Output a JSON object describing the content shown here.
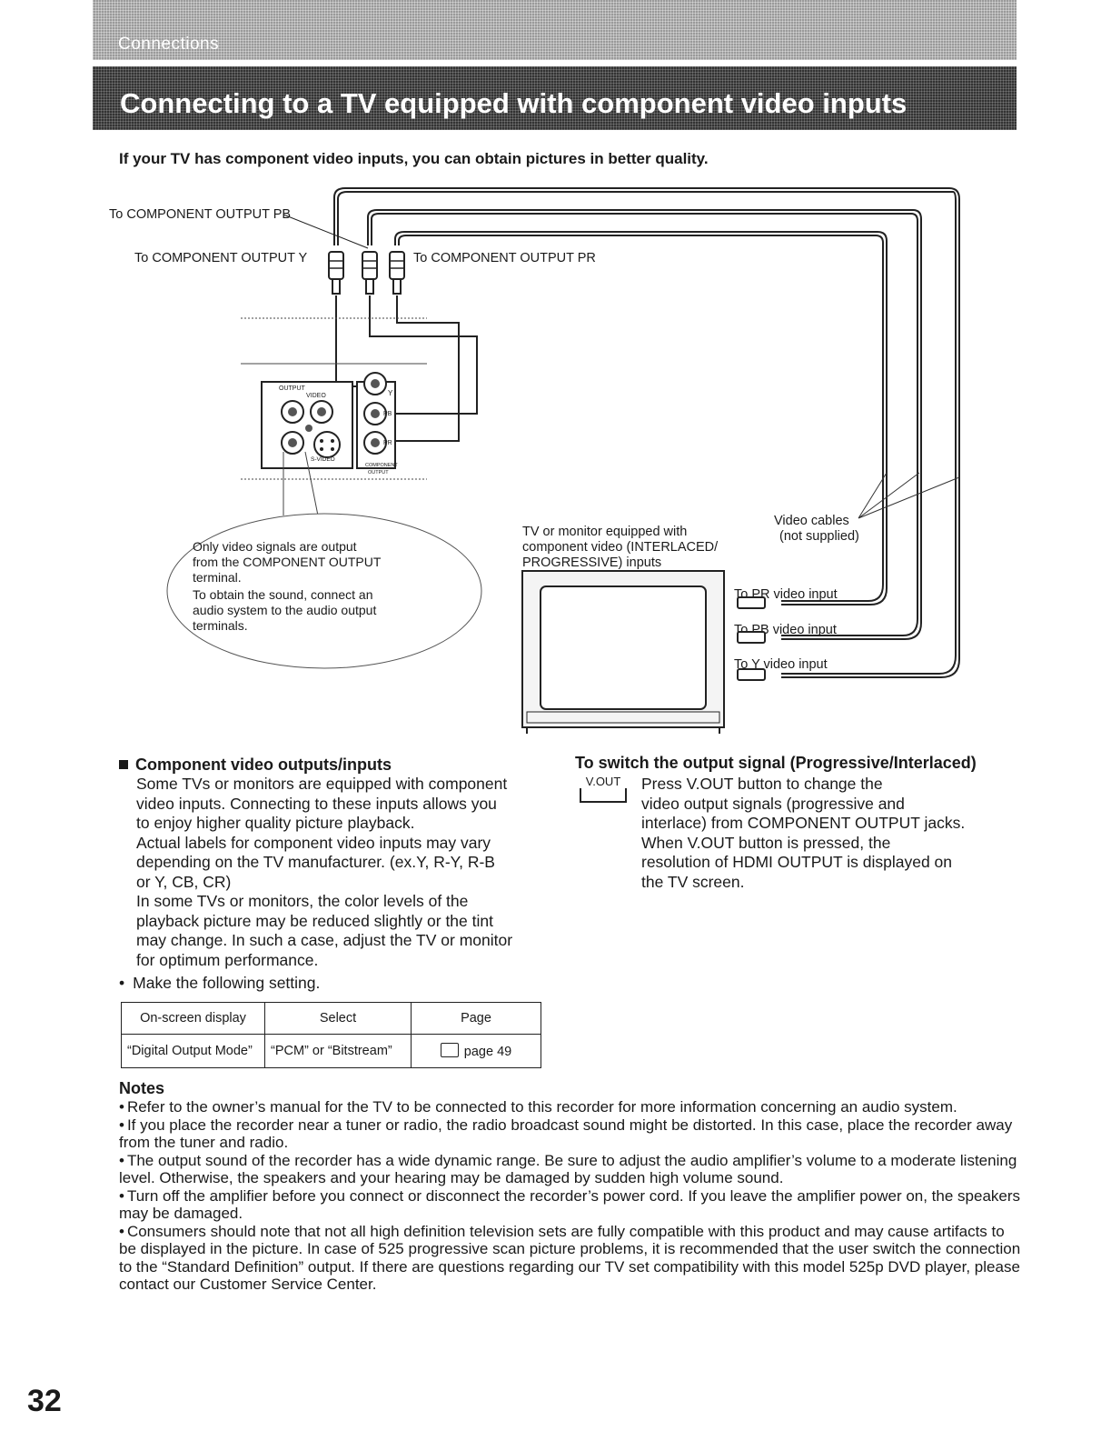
{
  "header": {
    "section": "Connections",
    "title": "Connecting to a TV equipped with component video inputs"
  },
  "lead": "If your TV has component video inputs, you can obtain pictures in better quality.",
  "diagram": {
    "to_pb": "To COMPONENT OUTPUT PB",
    "to_y": "To COMPONENT OUTPUT Y",
    "to_pr": "To COMPONENT OUTPUT PR",
    "panel_output": "OUTPUT",
    "panel_video": "VIDEO",
    "panel_svideo": "S-VIDEO",
    "panel_y": "Y",
    "panel_pb": "PB",
    "panel_pr": "PR",
    "panel_component": "COMPONENT",
    "panel_component_output": "OUTPUT",
    "callout_line1": "Only video signals are output",
    "callout_line2": "from the COMPONENT OUTPUT",
    "callout_line3": "terminal.",
    "callout_line4": "To obtain the sound, connect an",
    "callout_line5": "audio system to the audio output",
    "callout_line6": "terminals.",
    "tv_line1": "TV or monitor equipped with",
    "tv_line2": "component video (INTERLACED/",
    "tv_line3": "PROGRESSIVE) inputs",
    "cables_line1": "Video cables",
    "cables_line2": "(not supplied)",
    "input_pr": "To PR video input",
    "input_pb": "To PB video input",
    "input_y": "To Y video input"
  },
  "component_section": {
    "heading": "Component video outputs/inputs",
    "lines": [
      "Some TVs or monitors are equipped with component",
      "video inputs. Connecting to these inputs allows you",
      "to enjoy higher quality picture playback.",
      "Actual labels for component video inputs may vary",
      "depending on the TV manufacturer. (ex.Y, R-Y, R-B",
      "or Y, CB, CR)",
      "In some TVs or monitors, the color levels of the",
      "playback picture may be reduced slightly or the tint",
      "may change. In such a case, adjust the TV or monitor",
      "for optimum performance."
    ],
    "setting_line": "Make the following setting."
  },
  "table": {
    "headers": [
      "On-screen display",
      "Select",
      "Page"
    ],
    "row": [
      "“Digital Output Mode”",
      "“PCM” or “Bitstream”",
      "page 49"
    ]
  },
  "switch_section": {
    "heading": "To switch the output signal (Progressive/Interlaced)",
    "button_label": "V.OUT",
    "lines": [
      "Press V.OUT button to change the",
      "video output signals (progressive and",
      "interlace) from COMPONENT OUTPUT jacks.",
      "When V.OUT button is pressed, the",
      "resolution of HDMI OUTPUT is displayed on",
      "the TV screen."
    ]
  },
  "notes": {
    "heading": "Notes",
    "items": [
      "Refer to the owner’s manual for the TV to be connected to this recorder for more information concerning an audio system.",
      "If you place the recorder near a tuner or radio, the radio broadcast sound might be distorted. In this case, place the recorder away from the tuner and radio.",
      "The output sound of the recorder has a wide dynamic range. Be sure to adjust the audio amplifier’s volume to a moderate listening level. Otherwise, the speakers and your hearing may be damaged by sudden high volume sound.",
      "Turn off the amplifier before you connect or disconnect the recorder’s power cord. If you leave the amplifier power on, the speakers may be damaged.",
      "Consumers should note that not all high definition television sets are fully compatible with this product and may cause artifacts to be displayed in the picture. In case of 525 progressive scan picture problems, it is recommended that the user switch the connection to the “Standard Definition” output. If there are questions regarding our TV set compatibility with this model 525p DVD player, please contact our Customer Service Center."
    ]
  },
  "page_number": "32"
}
